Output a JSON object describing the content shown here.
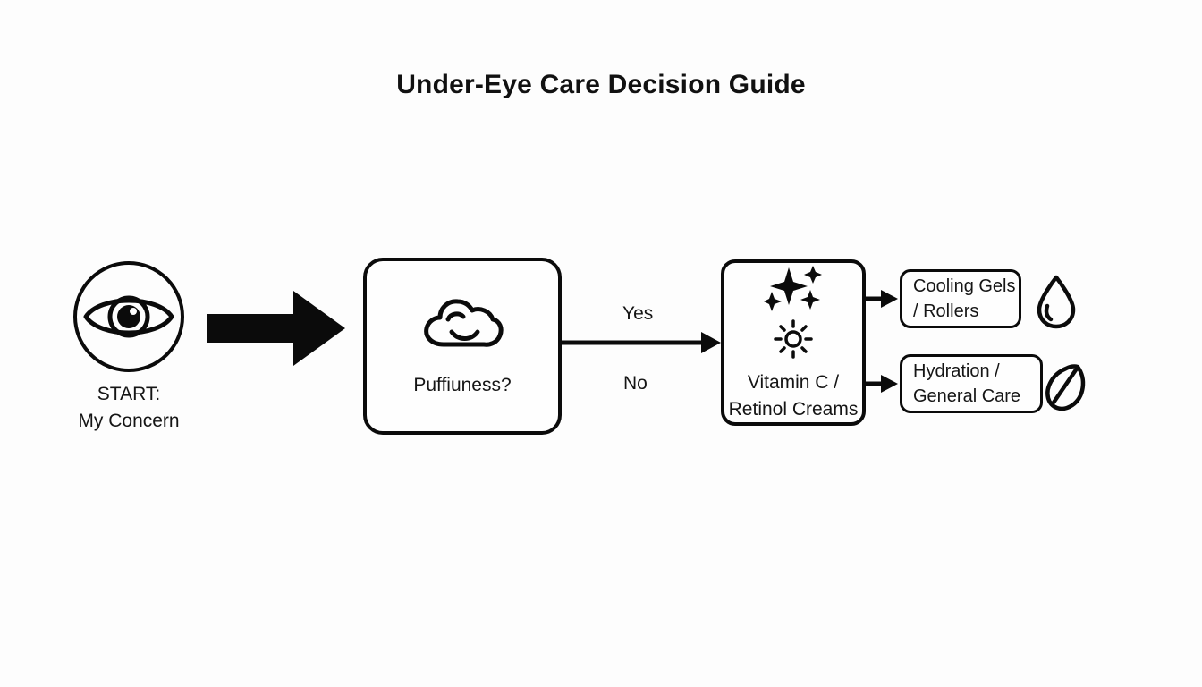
{
  "diagram": {
    "title": "Under-Eye Care Decision Guide",
    "type": "flowchart",
    "orientation": "left-to-right",
    "background_color": "#fdfdfd",
    "stroke_color": "#0b0b0b",
    "text_color": "#151515"
  },
  "start": {
    "icon": "eye-icon",
    "label_line1": "START:",
    "label_line2": "My Concern",
    "shape": "circle"
  },
  "decision": {
    "icon": "cloud-icon",
    "label": "Puffiuness?",
    "shape": "rounded-rectangle"
  },
  "edges": {
    "start_to_decision": "block-arrow",
    "yes_label": "Yes",
    "no_label": "No"
  },
  "treatment": {
    "icon_primary": "sparkles-icon",
    "icon_secondary": "sun-icon",
    "label_line1": "Vitamin C /",
    "label_line2": "Retinol Creams",
    "shape": "rounded-rectangle"
  },
  "results": [
    {
      "label_line1": "Cooling Gels",
      "label_line2": "/ Rollers",
      "side_icon": "droplet-icon"
    },
    {
      "label_line1": "Hydration /",
      "label_line2": "General Care",
      "side_icon": "leaf-icon"
    }
  ]
}
